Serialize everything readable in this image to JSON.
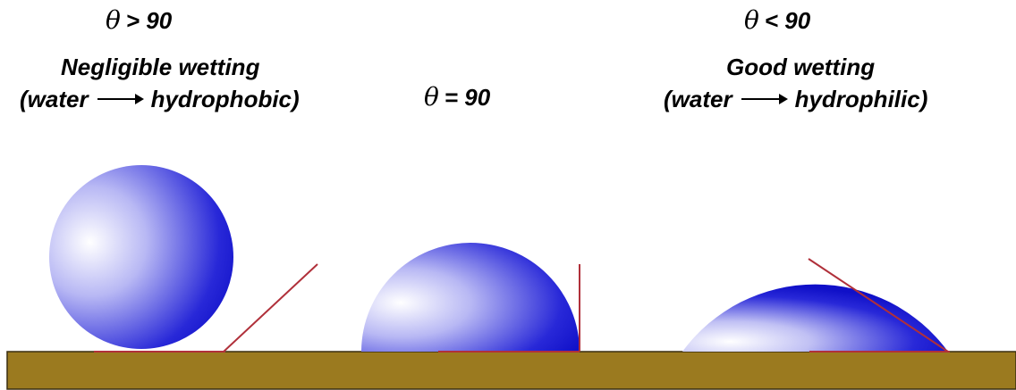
{
  "cases": [
    {
      "symbol": "θ",
      "angle_label": "> 90",
      "title": "Negligible wetting",
      "relation": {
        "open": "(water",
        "close": "hydrophobic)"
      }
    },
    {
      "symbol": "θ",
      "angle_label": "= 90"
    },
    {
      "symbol": "θ",
      "angle_label": "< 90",
      "title": "Good wetting",
      "relation": {
        "open": "(water",
        "close": "hydrophilic)"
      }
    }
  ],
  "colors": {
    "drop_dark": "#1010c8",
    "drop_light": "#ffffff",
    "tangent": "#b0303a",
    "substrate": "#9b7a1f",
    "substrate_edge": "#3a2e10"
  }
}
